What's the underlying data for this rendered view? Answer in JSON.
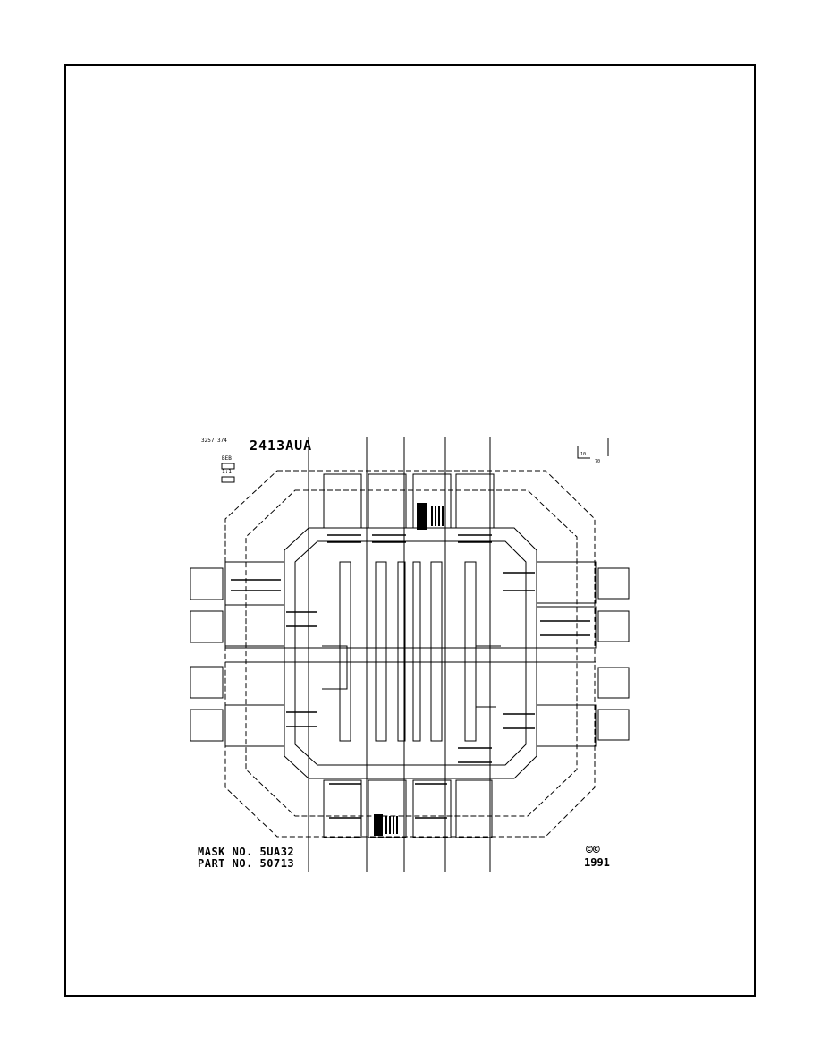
{
  "die_label": "2413AUA",
  "mask_code": "3257 374",
  "small_mark_a": "BEB",
  "small_mark_b": "1:1",
  "mask_number": "MASK NO. 5UA32",
  "part_number": "PART NO. 50713",
  "copyright_mark": "©©",
  "year": "1991",
  "scale_a": "10",
  "scale_b": "70",
  "colors": {
    "ink": "#000000",
    "paper": "#ffffff"
  }
}
